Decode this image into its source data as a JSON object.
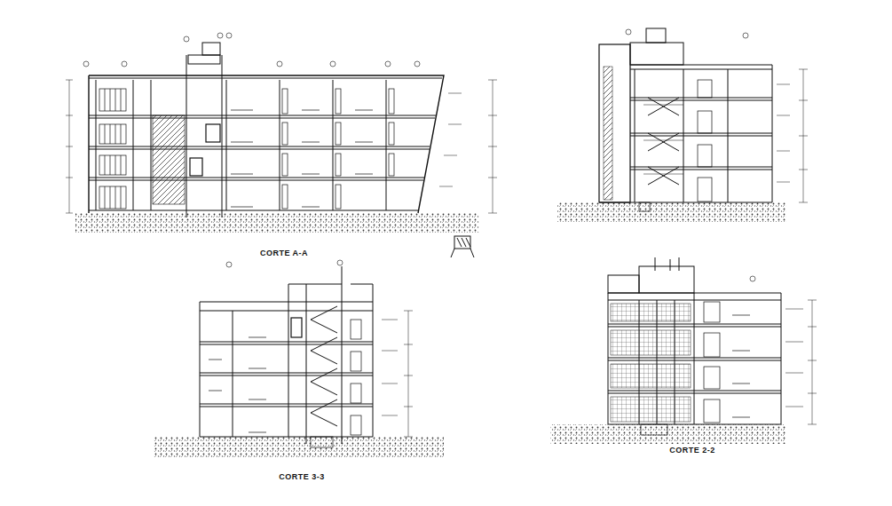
{
  "diagram": {
    "labels": [
      "CORTE A-A",
      "CORTE 3-3",
      "CORTE 2-2"
    ]
  }
}
